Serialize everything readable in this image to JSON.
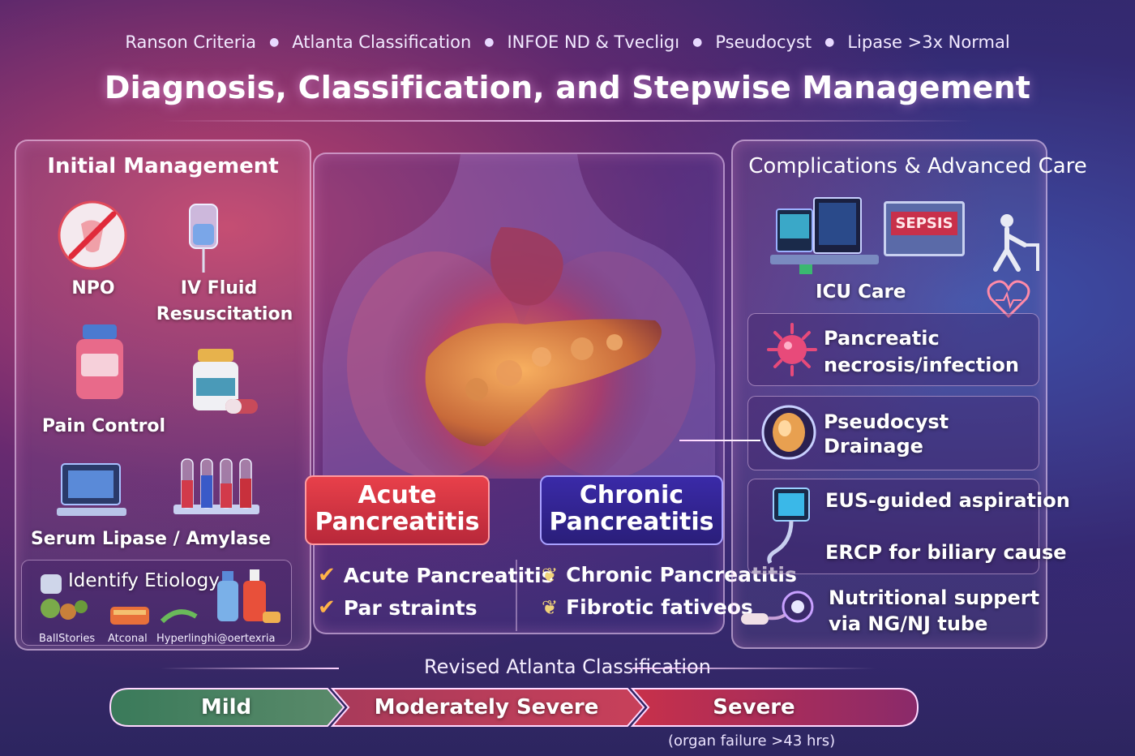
{
  "header": {
    "topics": [
      "Ranson Criteria",
      "Atlanta Classification",
      "INFOE ND & Tvecligı",
      "Pseudocyst",
      "Lipase >3x Normal"
    ],
    "title": "Diagnosis, Classification, and Stepwise Management"
  },
  "initial_management": {
    "title": "Initial Management",
    "npo": "NPO",
    "iv_fluid_line1": "IV Fluid",
    "iv_fluid_line2": "Resuscitation",
    "pain_control": "Pain Control",
    "serum": "Serum Lipase / Amylase",
    "etiology": "Identify Etiology",
    "etiology_items": [
      "BallStories",
      "Atconal",
      "Hyperlinghi@oertexria"
    ]
  },
  "center": {
    "acute_line1": "Acute",
    "acute_line2": "Pancreatitis",
    "chronic_line1": "Chronic",
    "chronic_line2": "Pancreatitis",
    "acute_points": [
      "Acute Pancreatitis",
      "Par straints"
    ],
    "chronic_points": [
      "Chronic Pancreatitis",
      "Fibrotic fativeos"
    ]
  },
  "complications": {
    "title": "Complications & Advanced Care",
    "sepsis_screen": "SEPSIS",
    "icu": "ICU Care",
    "necrosis_line1": "Pancreatic",
    "necrosis_line2": "necrosis/infection",
    "pseudocyst_line1": "Pseudocyst",
    "pseudocyst_line2": "Drainage",
    "eus": "EUS-guided aspiration",
    "ercp": "ERCP for biliary cause",
    "nutrition_line1": "Nutritional suppert",
    "nutrition_line2": "via NG/NJ tube"
  },
  "atlanta": {
    "title": "Revised Atlanta Classification",
    "levels": [
      "Mild",
      "Moderately Severe",
      "Severe"
    ],
    "footnote": "(organ failure >43 hrs)"
  },
  "colors": {
    "acute": "#e0303e",
    "chronic": "#3a2a9a",
    "mild": "#3f7a5a",
    "moderate": "#b8365a",
    "severe": "#9a2a5a"
  }
}
